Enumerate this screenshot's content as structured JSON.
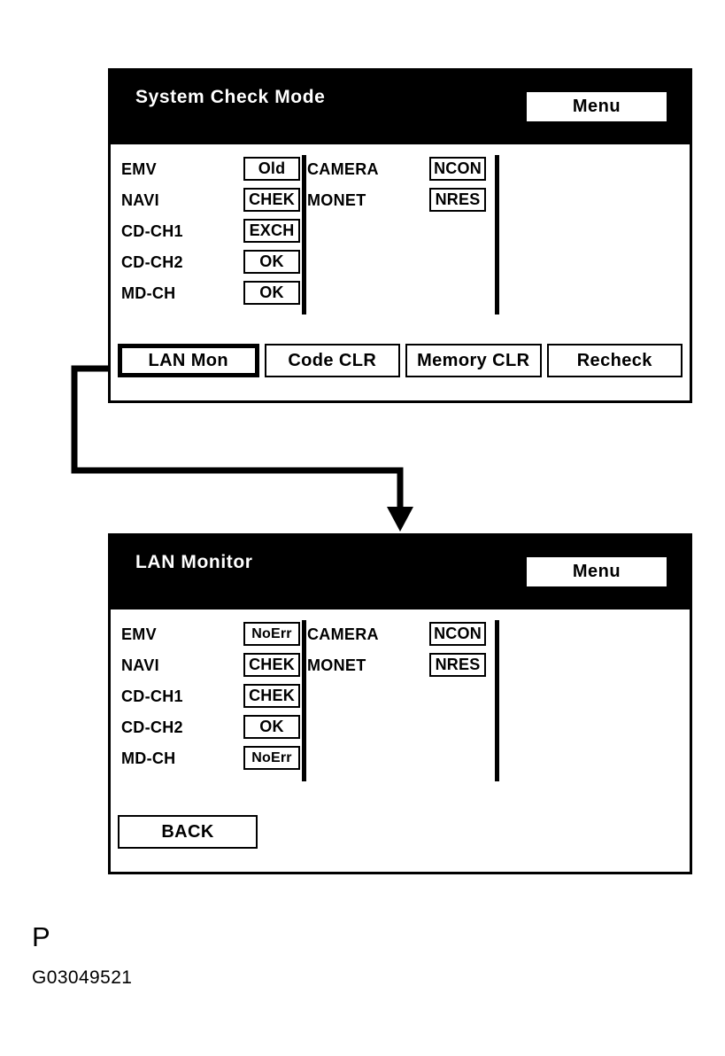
{
  "panels": [
    {
      "id": "system-check-mode",
      "title": "System Check Mode",
      "menu_label": "Menu",
      "column_a": [
        {
          "label": "EMV",
          "status": "Old"
        },
        {
          "label": "NAVI",
          "status": "CHEK"
        },
        {
          "label": "CD-CH1",
          "status": "EXCH"
        },
        {
          "label": "CD-CH2",
          "status": "OK"
        },
        {
          "label": "MD-CH",
          "status": "OK"
        }
      ],
      "column_b": [
        {
          "label": "CAMERA",
          "status": "NCON"
        },
        {
          "label": "MONET",
          "status": "NRES"
        }
      ],
      "buttons": [
        {
          "label": "LAN Mon",
          "selected": true
        },
        {
          "label": "Code CLR",
          "selected": false
        },
        {
          "label": "Memory CLR",
          "selected": false
        },
        {
          "label": "Recheck",
          "selected": false
        }
      ]
    },
    {
      "id": "lan-monitor",
      "title": "LAN Monitor",
      "menu_label": "Menu",
      "column_a": [
        {
          "label": "EMV",
          "status": "NoErr"
        },
        {
          "label": "NAVI",
          "status": "CHEK"
        },
        {
          "label": "CD-CH1",
          "status": "CHEK"
        },
        {
          "label": "CD-CH2",
          "status": "OK"
        },
        {
          "label": "MD-CH",
          "status": "NoErr"
        }
      ],
      "column_b": [
        {
          "label": "CAMERA",
          "status": "NCON"
        },
        {
          "label": "MONET",
          "status": "NRES"
        }
      ],
      "buttons": [
        {
          "label": "BACK",
          "selected": false
        }
      ]
    }
  ],
  "caption": {
    "marker": "P",
    "figure_id": "G03049521"
  },
  "colors": {
    "header_background": "#000000",
    "header_text": "#ffffff",
    "panel_background": "#ffffff",
    "line": "#000000"
  }
}
